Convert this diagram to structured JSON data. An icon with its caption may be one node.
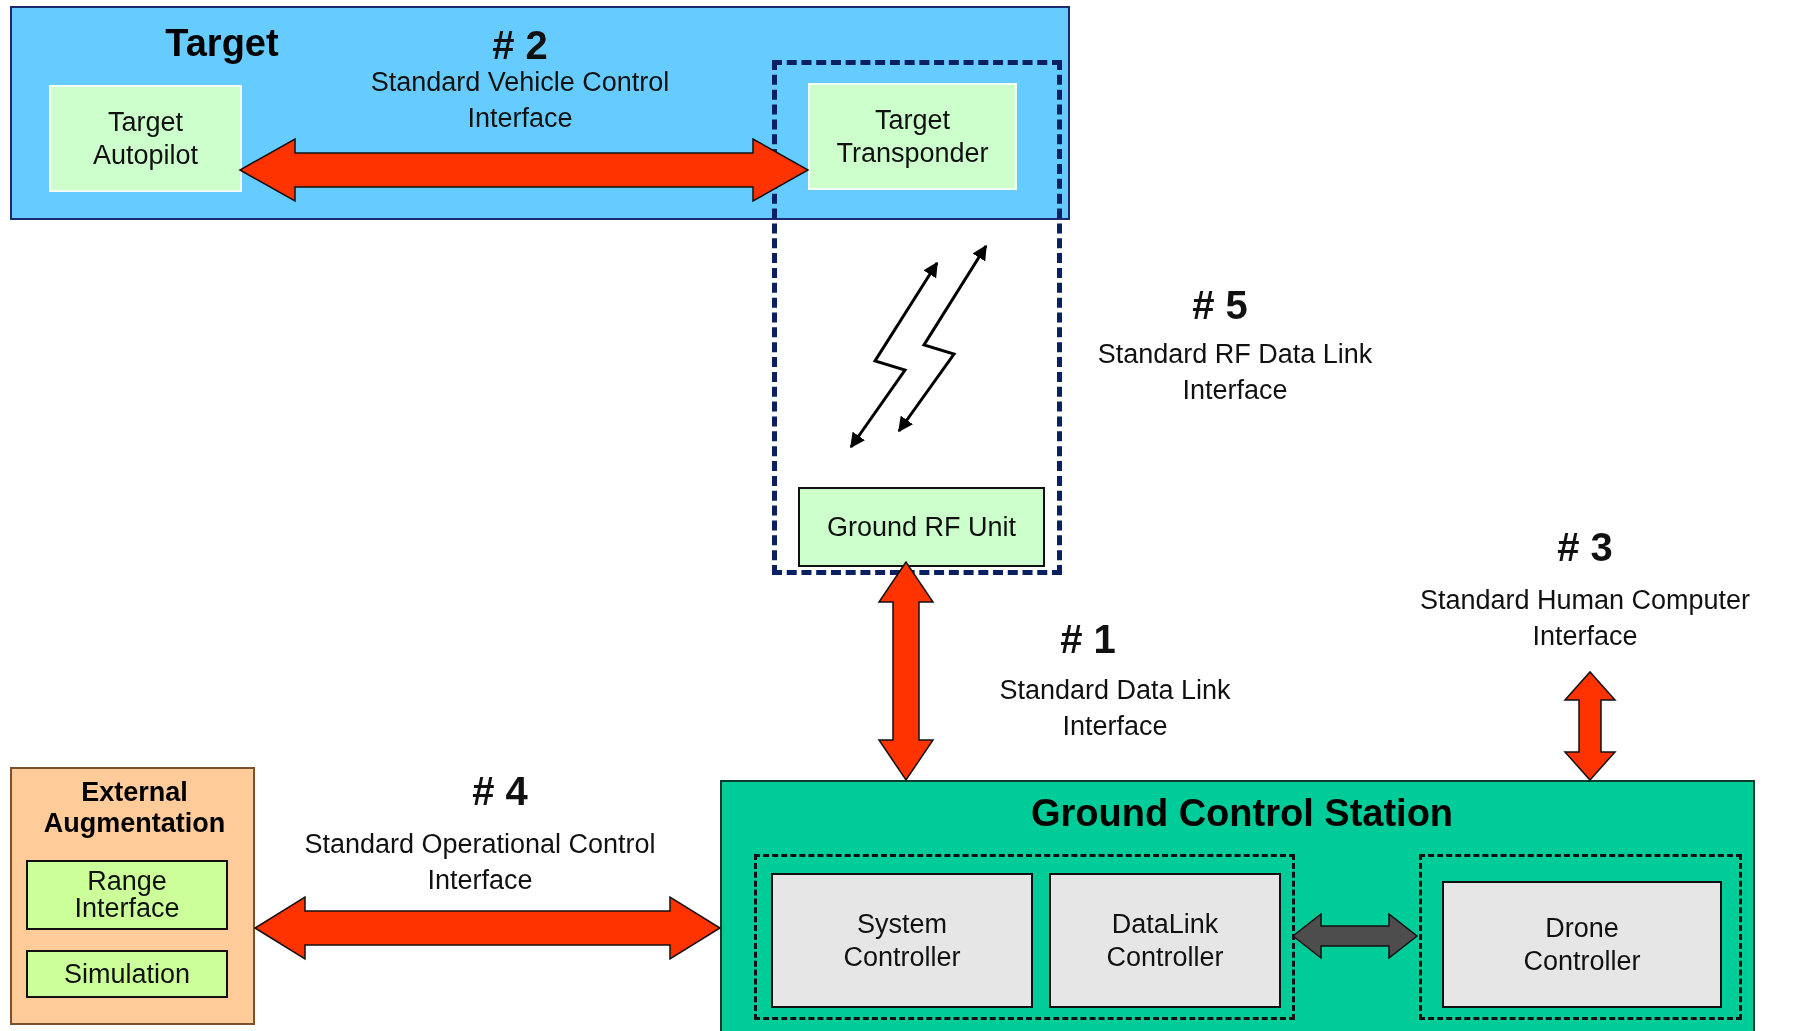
{
  "diagram": {
    "nodes": [
      {
        "text": [
          "Target"
        ]
      },
      {
        "text": [
          "Target Autopilot"
        ],
        "in": 0
      },
      {
        "text": [],
        "shape": "box"
      },
      {
        "text": [
          "Target Transponder"
        ]
      },
      {
        "text": [
          "Ground RF Unit"
        ],
        "in": 2
      },
      {
        "text": [
          "Ground Control Station"
        ]
      },
      {
        "text": [],
        "shape": "box",
        "in": 5
      },
      {
        "text": [
          "System Controller"
        ],
        "in": 6
      },
      {
        "text": [
          "DataLink Controller"
        ],
        "in": 6
      },
      {
        "text": [],
        "shape": "box",
        "in": 5
      },
      {
        "text": [
          "Drone Controller"
        ],
        "in": 9
      },
      {
        "text": [
          "External Augmentation"
        ]
      },
      {
        "text": [
          "Range Interface"
        ],
        "in": 11
      },
      {
        "text": [
          "Simulation"
        ],
        "in": 11
      }
    ],
    "edges": [
      {
        "from": 1,
        "to": 3,
        "arrow": "both"
      },
      {
        "from": 4,
        "to": 5,
        "arrow": "both"
      },
      {
        "from": 5,
        "to": null,
        "arrow": "both"
      },
      {
        "from": 11,
        "to": 5,
        "arrow": "both"
      },
      {
        "from": 6,
        "to": 9,
        "arrow": "both",
        "color": "#4d4d4d"
      }
    ],
    "labels": [
      "# 2",
      "Standard Vehicle Control Interface",
      "# 5",
      "Standard RF Data Link Interface",
      "# 3",
      "Standard Human Computer Interface",
      "# 1",
      "Standard Data Link Interface",
      "# 4",
      "Standard Operational Control Interface"
    ]
  }
}
